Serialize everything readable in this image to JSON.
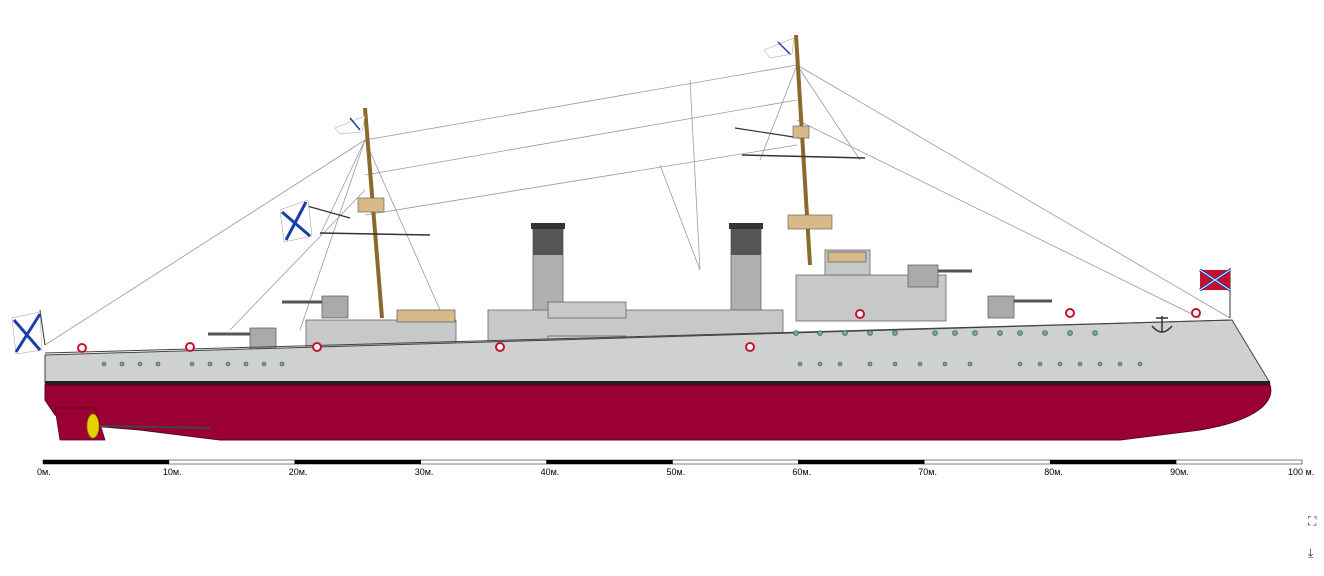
{
  "drawing": {
    "hull_color": "#cfd0d0",
    "waterline_color": "#9a0033",
    "deck_color": "#c7c8c8",
    "funnel_color": "#aeb0b2",
    "mast_color": "#8a6a2c",
    "wood_color": "#d7b98a",
    "flag_blue": "#1b3da8",
    "russian_flag_red": "#c8102e"
  },
  "scale_bar": {
    "labels": [
      "0м.",
      "10м.",
      "20м.",
      "30м.",
      "40м.",
      "50м.",
      "60м.",
      "70м.",
      "80м.",
      "90м.",
      "100 м."
    ]
  },
  "tools": {
    "icons": [
      "fullscreen-icon",
      "exit-fullscreen-icon"
    ]
  }
}
